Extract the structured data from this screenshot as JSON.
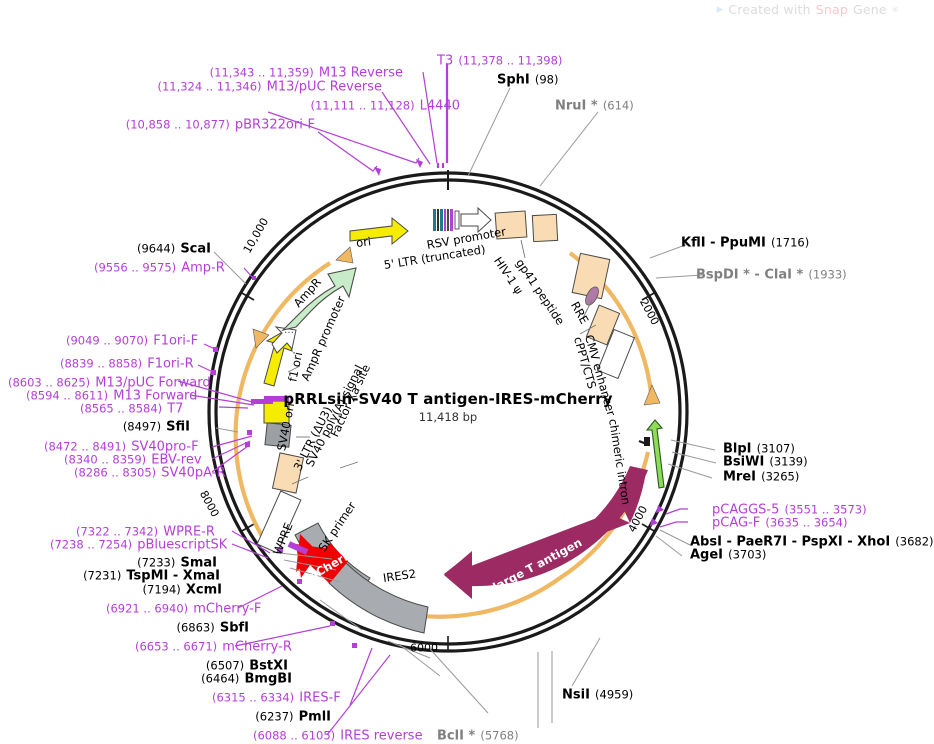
{
  "watermark": {
    "prefix": "Created with ",
    "brand_a": "Snap",
    "brand_b": "Gene",
    "reg": "®"
  },
  "plasmid": {
    "name": "pRRLsin-SV40 T antigen-IRES-mCherry",
    "length": "11,418 bp"
  },
  "ruler_ticks": [
    "2000",
    "4000",
    "6000",
    "8000",
    "10,000"
  ],
  "colors": {
    "primer": "#b43fd8",
    "enzyme": "#000000",
    "enzyme_star": "#808080",
    "backbone": "#1a1a1a",
    "ori_yellow": "#f5ec00",
    "ampr_green": "#c8ecc8",
    "ltr_tan": "#fadcb4",
    "mcherry_red": "#f00000",
    "ires_grey": "#a8acb0",
    "tantigen_maroon": "#9c2a63",
    "intron_green": "#8fdc5a",
    "orange_arc": "#f0b862",
    "snapgene_red": "#f3c9ce"
  },
  "enzyme_labels": [
    {
      "name": "SphI",
      "pos": "(98)",
      "star": false
    },
    {
      "name": "NruI *",
      "pos": "(614)",
      "star": true
    },
    {
      "name": "KflI  -  PpuMI",
      "pos": "(1716)",
      "star": false
    },
    {
      "name": "BspDI * - ClaI *",
      "pos": "(1933)",
      "star": true
    },
    {
      "name": "BlpI",
      "pos": "(3107)",
      "star": false
    },
    {
      "name": "BsiWI",
      "pos": "(3139)",
      "star": false
    },
    {
      "name": "MreI",
      "pos": "(3265)",
      "star": false
    },
    {
      "name": "AbsI  -  PaeR7I  -  PspXI  -  XhoI",
      "pos": "(3682)",
      "star": false
    },
    {
      "name": "AgeI",
      "pos": "(3703)",
      "star": false
    },
    {
      "name": "NsiI",
      "pos": "(4959)",
      "star": false
    },
    {
      "name": "BclI *",
      "pos": "(5768)",
      "star": true
    },
    {
      "name": "PmlI",
      "pos": "(6237)",
      "star": false
    },
    {
      "name": "BmgBI",
      "pos": "(6464)",
      "star": false
    },
    {
      "name": "BstXI",
      "pos": "(6507)",
      "star": false
    },
    {
      "name": "SbfI",
      "pos": "(6863)",
      "star": false
    },
    {
      "name": "XcmI",
      "pos": "(7194)",
      "star": false
    },
    {
      "name": "TspMI  -  XmaI",
      "pos": "(7231)",
      "star": false
    },
    {
      "name": "SmaI",
      "pos": "(7233)",
      "star": false
    },
    {
      "name": "SfiI",
      "pos": "(8497)",
      "star": false
    },
    {
      "name": "ScaI",
      "pos": "(9644)",
      "star": false
    }
  ],
  "primer_labels": [
    {
      "name": "pBR322ori-F",
      "range": "(10,858 .. 10,877)"
    },
    {
      "name": "L4440",
      "range": "(11,111 .. 11,128)"
    },
    {
      "name": "M13/pUC Reverse",
      "range": "(11,324 .. 11,346)"
    },
    {
      "name": "M13 Reverse",
      "range": "(11,343 .. 11,359)"
    },
    {
      "name": "T3",
      "range": "(11,378 .. 11,398)"
    },
    {
      "name": "pCAGGS-5",
      "range": "(3551 .. 3573)"
    },
    {
      "name": "pCAG-F",
      "range": "(3635 .. 3654)"
    },
    {
      "name": "IRES reverse",
      "range": "(6088 .. 6105)"
    },
    {
      "name": "IRES-F",
      "range": "(6315 .. 6334)"
    },
    {
      "name": "mCherry-R",
      "range": "(6653 .. 6671)"
    },
    {
      "name": "mCherry-F",
      "range": "(6921 .. 6940)"
    },
    {
      "name": "pBluescriptSK",
      "range": "(7238 .. 7254)"
    },
    {
      "name": "WPRE-R",
      "range": "(7322 .. 7342)"
    },
    {
      "name": "SV40pA-R",
      "range": "(8286 .. 8305)"
    },
    {
      "name": "EBV-rev",
      "range": "(8340 .. 8359)"
    },
    {
      "name": "SV40pro-F",
      "range": "(8472 .. 8491)"
    },
    {
      "name": "T7",
      "range": "(8565 .. 8584)"
    },
    {
      "name": "M13 Forward",
      "range": "(8594 .. 8611)"
    },
    {
      "name": "M13/pUC Forward",
      "range": "(8603 .. 8625)"
    },
    {
      "name": "F1ori-R",
      "range": "(8839 .. 8858)"
    },
    {
      "name": "F1ori-F",
      "range": "(9049 .. 9070)"
    },
    {
      "name": "Amp-R",
      "range": "(9556 .. 9575)"
    }
  ],
  "features": [
    {
      "label": "ori"
    },
    {
      "label": "RSV promoter"
    },
    {
      "label": "5' LTR (truncated)"
    },
    {
      "label": "HIV-1 ψ"
    },
    {
      "label": "gp41 peptide"
    },
    {
      "label": "RRE"
    },
    {
      "label": "CMV enhancer"
    },
    {
      "label": "cPPT/CTS"
    },
    {
      "label": "chimeric intron"
    },
    {
      "label": "large T antigen"
    },
    {
      "label": "IRES2"
    },
    {
      "label": "mCherry"
    },
    {
      "label": "SK primer"
    },
    {
      "label": "Factor Xa site"
    },
    {
      "label": "WPRE"
    },
    {
      "label": "3' LTR (ΔU3)"
    },
    {
      "label": "SV40 poly(A) signal"
    },
    {
      "label": "SV40 ori"
    },
    {
      "label": "f1 ori"
    },
    {
      "label": "AmpR promoter"
    },
    {
      "label": "AmpR"
    }
  ]
}
